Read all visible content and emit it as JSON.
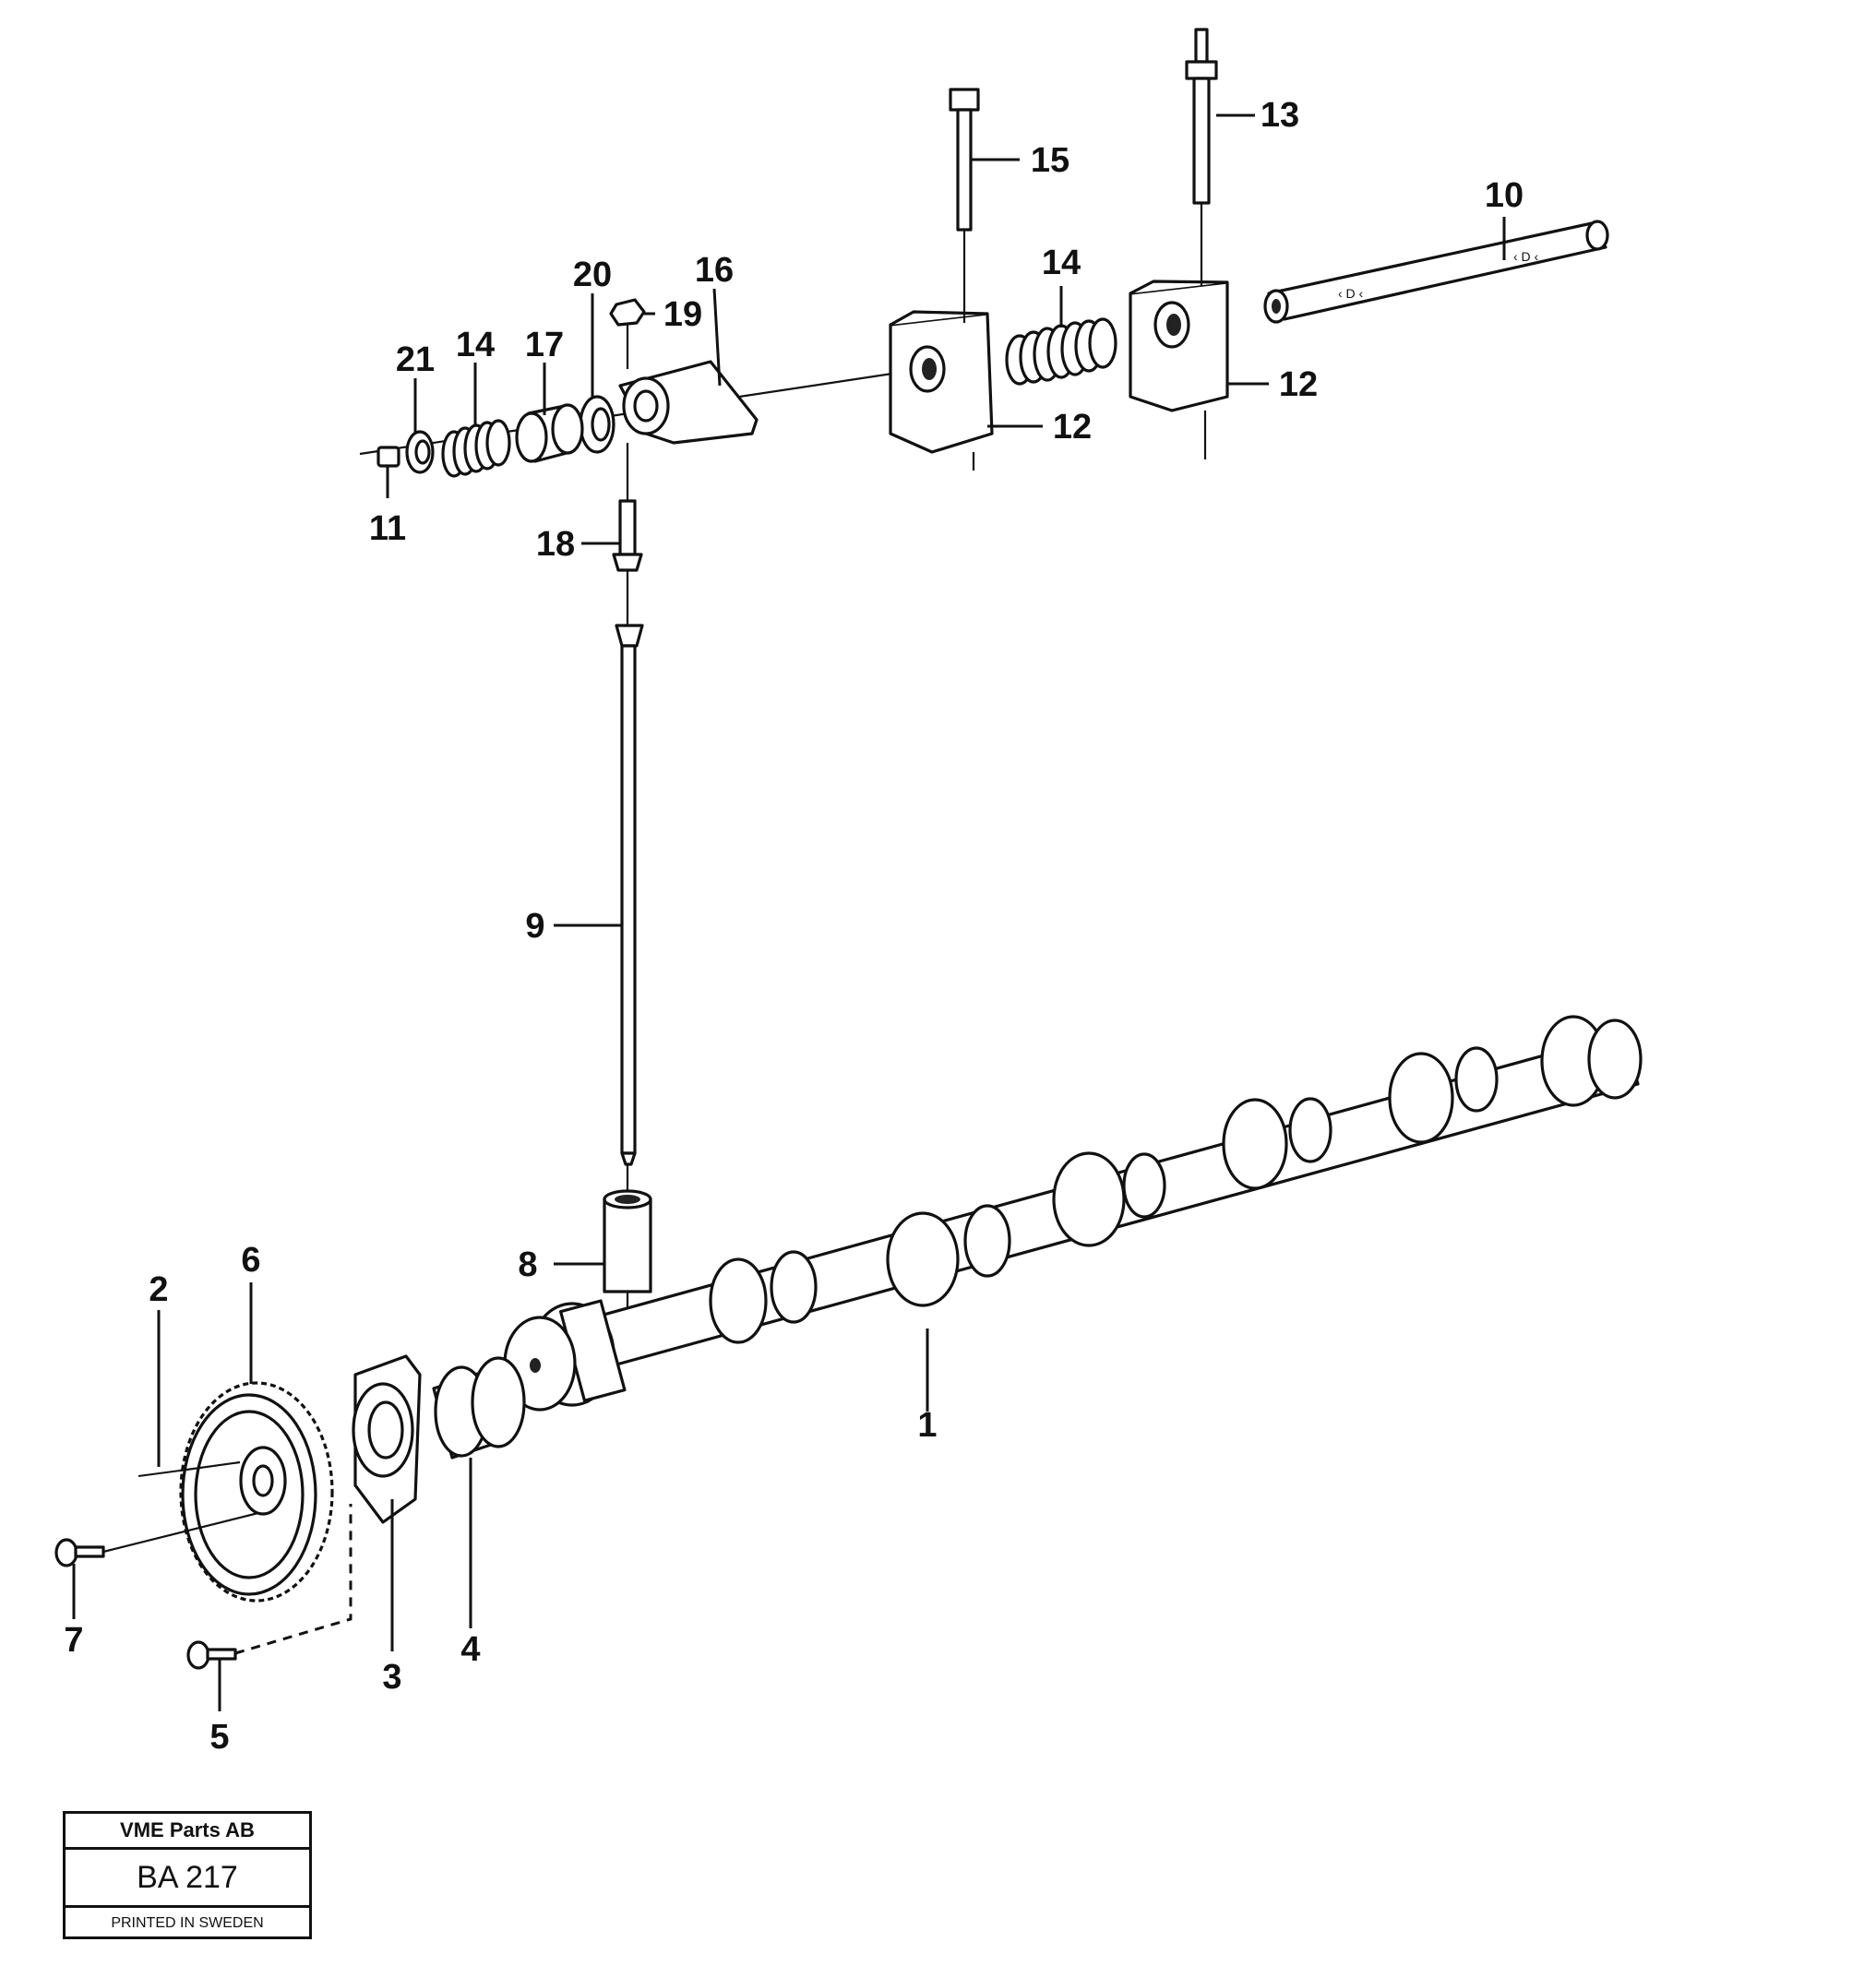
{
  "callouts": {
    "c1": "1",
    "c2": "2",
    "c3": "3",
    "c4": "4",
    "c5": "5",
    "c6": "6",
    "c7": "7",
    "c8": "8",
    "c9": "9",
    "c10": "10",
    "c11": "11",
    "c12a": "12",
    "c12b": "12",
    "c13": "13",
    "c14a": "14",
    "c14b": "14",
    "c15": "15",
    "c16": "16",
    "c17": "17",
    "c18": "18",
    "c19": "19",
    "c20": "20",
    "c21": "21"
  },
  "title_block": {
    "company": "VME Parts AB",
    "code": "BA 217",
    "printed": "PRINTED IN SWEDEN"
  }
}
